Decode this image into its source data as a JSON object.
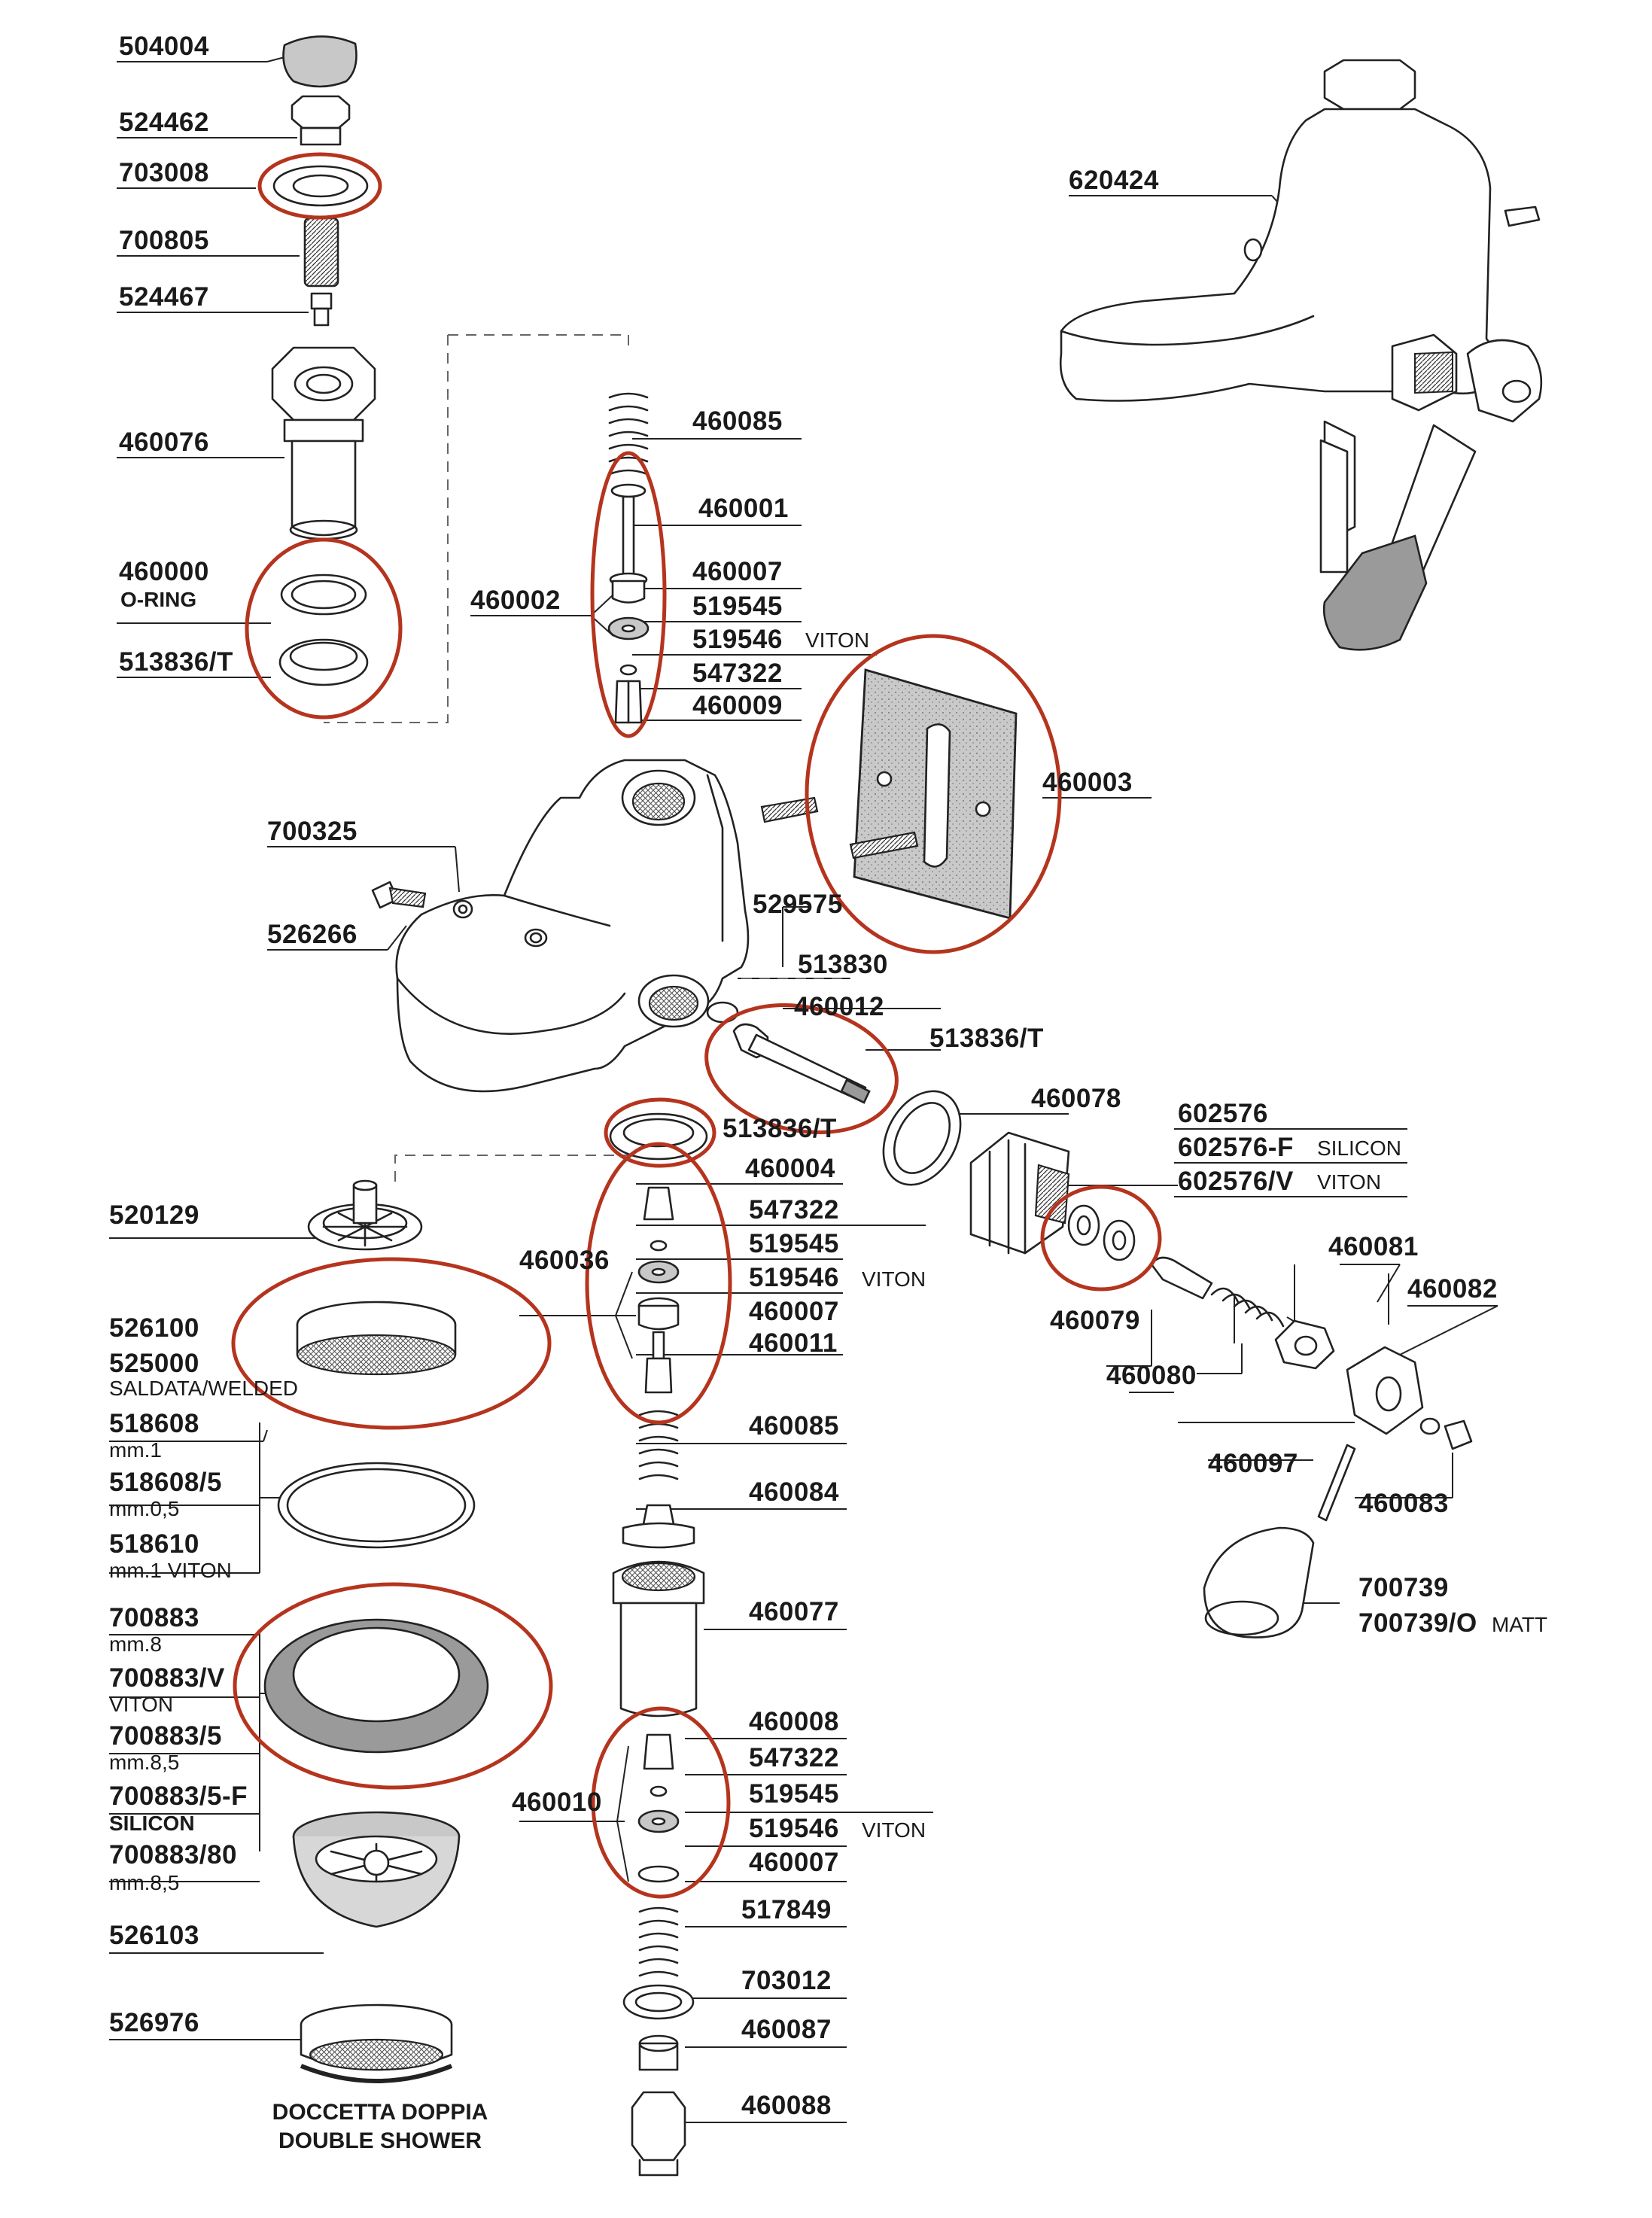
{
  "highlight_color": "#b5341e",
  "parts": {
    "p504004": "504004",
    "p524462": "524462",
    "p703008": "703008",
    "p700805": "700805",
    "p524467": "524467",
    "p460076": "460076",
    "p460000": "460000",
    "p460000_note": "O-RING",
    "p513836T_a": "513836/T",
    "p620424": "620424",
    "p460085_top": "460085",
    "p460001": "460001",
    "p460002": "460002",
    "p460007_top": "460007",
    "p519545_top": "519545",
    "p519546_top": "519546",
    "viton_top": "VITON",
    "p547322_top": "547322",
    "p460009": "460009",
    "p460003": "460003",
    "p700325": "700325",
    "p526266": "526266",
    "p529575": "529575",
    "p513830": "513830",
    "p460012": "460012",
    "p513836T_b": "513836/T",
    "p460078": "460078",
    "p513836T_c": "513836/T",
    "p460004": "460004",
    "p602576": "602576",
    "p602576F": "602576-F",
    "silicon_602576F": "SILICON",
    "p602576V": "602576/V",
    "viton_602576V": "VITON",
    "p520129": "520129",
    "p547322_mid": "547322",
    "p460036": "460036",
    "p519545_mid": "519545",
    "p519546_mid": "519546",
    "viton_mid": "VITON",
    "p460007_mid": "460007",
    "p460081": "460081",
    "p460082": "460082",
    "p526100": "526100",
    "p525000": "525000",
    "p525000_note": "SALDATA/WELDED",
    "p460079": "460079",
    "p460011": "460011",
    "p460080": "460080",
    "p518608": "518608",
    "p518608_note": "mm.1",
    "p460085_mid": "460085",
    "p518608_5": "518608/5",
    "p518608_5_note": "mm.0,5",
    "p460097": "460097",
    "p460084": "460084",
    "p460083": "460083",
    "p518610": "518610",
    "p518610_note": "mm.1 VITON",
    "p700739": "700739",
    "p700739O": "700739/O",
    "matt_700739O": "MATT",
    "p460077": "460077",
    "p700883": "700883",
    "p700883_note": "mm.8",
    "p700883V": "700883/V",
    "p700883V_note": "VITON",
    "p460008": "460008",
    "p547322_bot": "547322",
    "p700883_5": "700883/5",
    "p700883_5_note": "mm.8,5",
    "p519545_bot": "519545",
    "p460010": "460010",
    "p519546_bot": "519546",
    "viton_bot": "VITON",
    "p700883_5F": "700883/5-F",
    "p700883_5F_note": "SILICON",
    "p460007_bot": "460007",
    "p700883_80": "700883/80",
    "p700883_80_note": "mm.8,5",
    "p517849": "517849",
    "p526103": "526103",
    "p703012": "703012",
    "p526976": "526976",
    "p460087": "460087",
    "p460088": "460088",
    "shower_it": "DOCCETTA DOPPIA",
    "shower_en": "DOUBLE SHOWER"
  }
}
